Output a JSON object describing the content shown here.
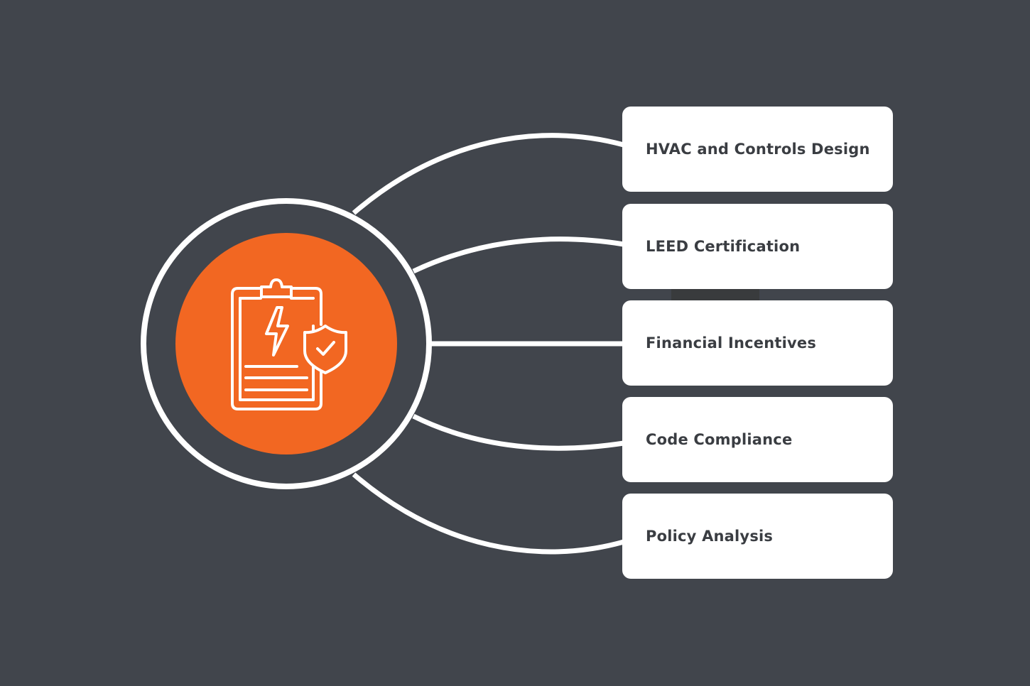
{
  "colors": {
    "background": "#41454c",
    "accent": "#f26722",
    "connector": "#ffffff",
    "card_background": "#ffffff",
    "card_text": "#3a3d42"
  },
  "hub": {
    "icon": "clipboard-lightning-shield-icon"
  },
  "items": [
    {
      "label": "HVAC and Controls Design"
    },
    {
      "label": "LEED Certification"
    },
    {
      "label": "Financial Incentives"
    },
    {
      "label": "Code Compliance"
    },
    {
      "label": "Policy Analysis"
    }
  ]
}
